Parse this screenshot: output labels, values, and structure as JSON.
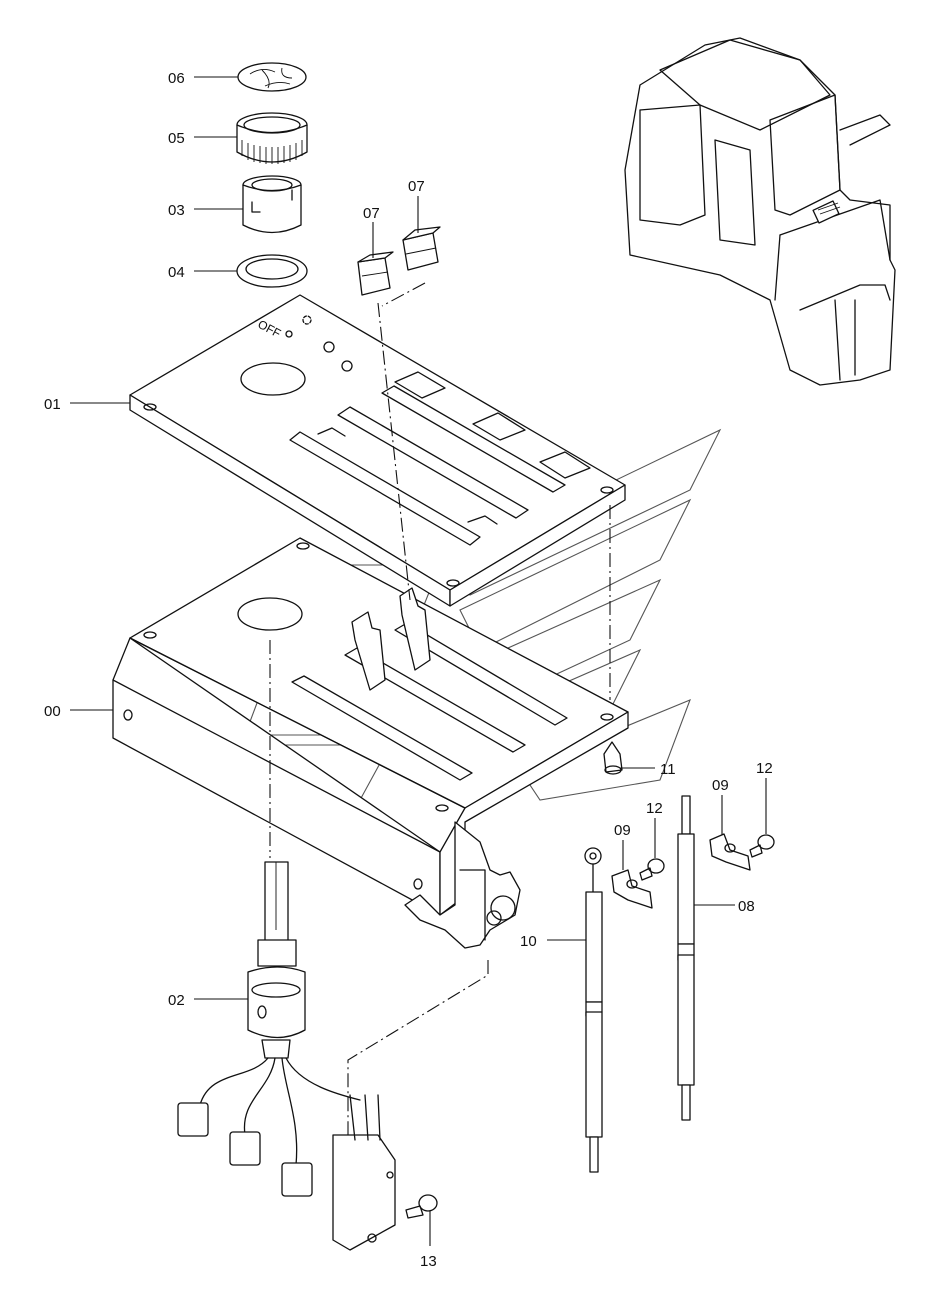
{
  "callouts": [
    {
      "id": "label-06",
      "text": "06"
    },
    {
      "id": "label-05",
      "text": "05"
    },
    {
      "id": "label-03",
      "text": "03"
    },
    {
      "id": "label-04",
      "text": "04"
    },
    {
      "id": "label-07a",
      "text": "07"
    },
    {
      "id": "label-07b",
      "text": "07"
    },
    {
      "id": "label-01",
      "text": "01"
    },
    {
      "id": "label-00",
      "text": "00"
    },
    {
      "id": "label-11",
      "text": "11"
    },
    {
      "id": "label-12a",
      "text": "12"
    },
    {
      "id": "label-12b",
      "text": "12"
    },
    {
      "id": "label-09a",
      "text": "09"
    },
    {
      "id": "label-09b",
      "text": "09"
    },
    {
      "id": "label-10",
      "text": "10"
    },
    {
      "id": "label-08",
      "text": "08"
    },
    {
      "id": "label-02",
      "text": "02"
    },
    {
      "id": "label-13",
      "text": "13"
    }
  ],
  "panel_marking": "OFF"
}
